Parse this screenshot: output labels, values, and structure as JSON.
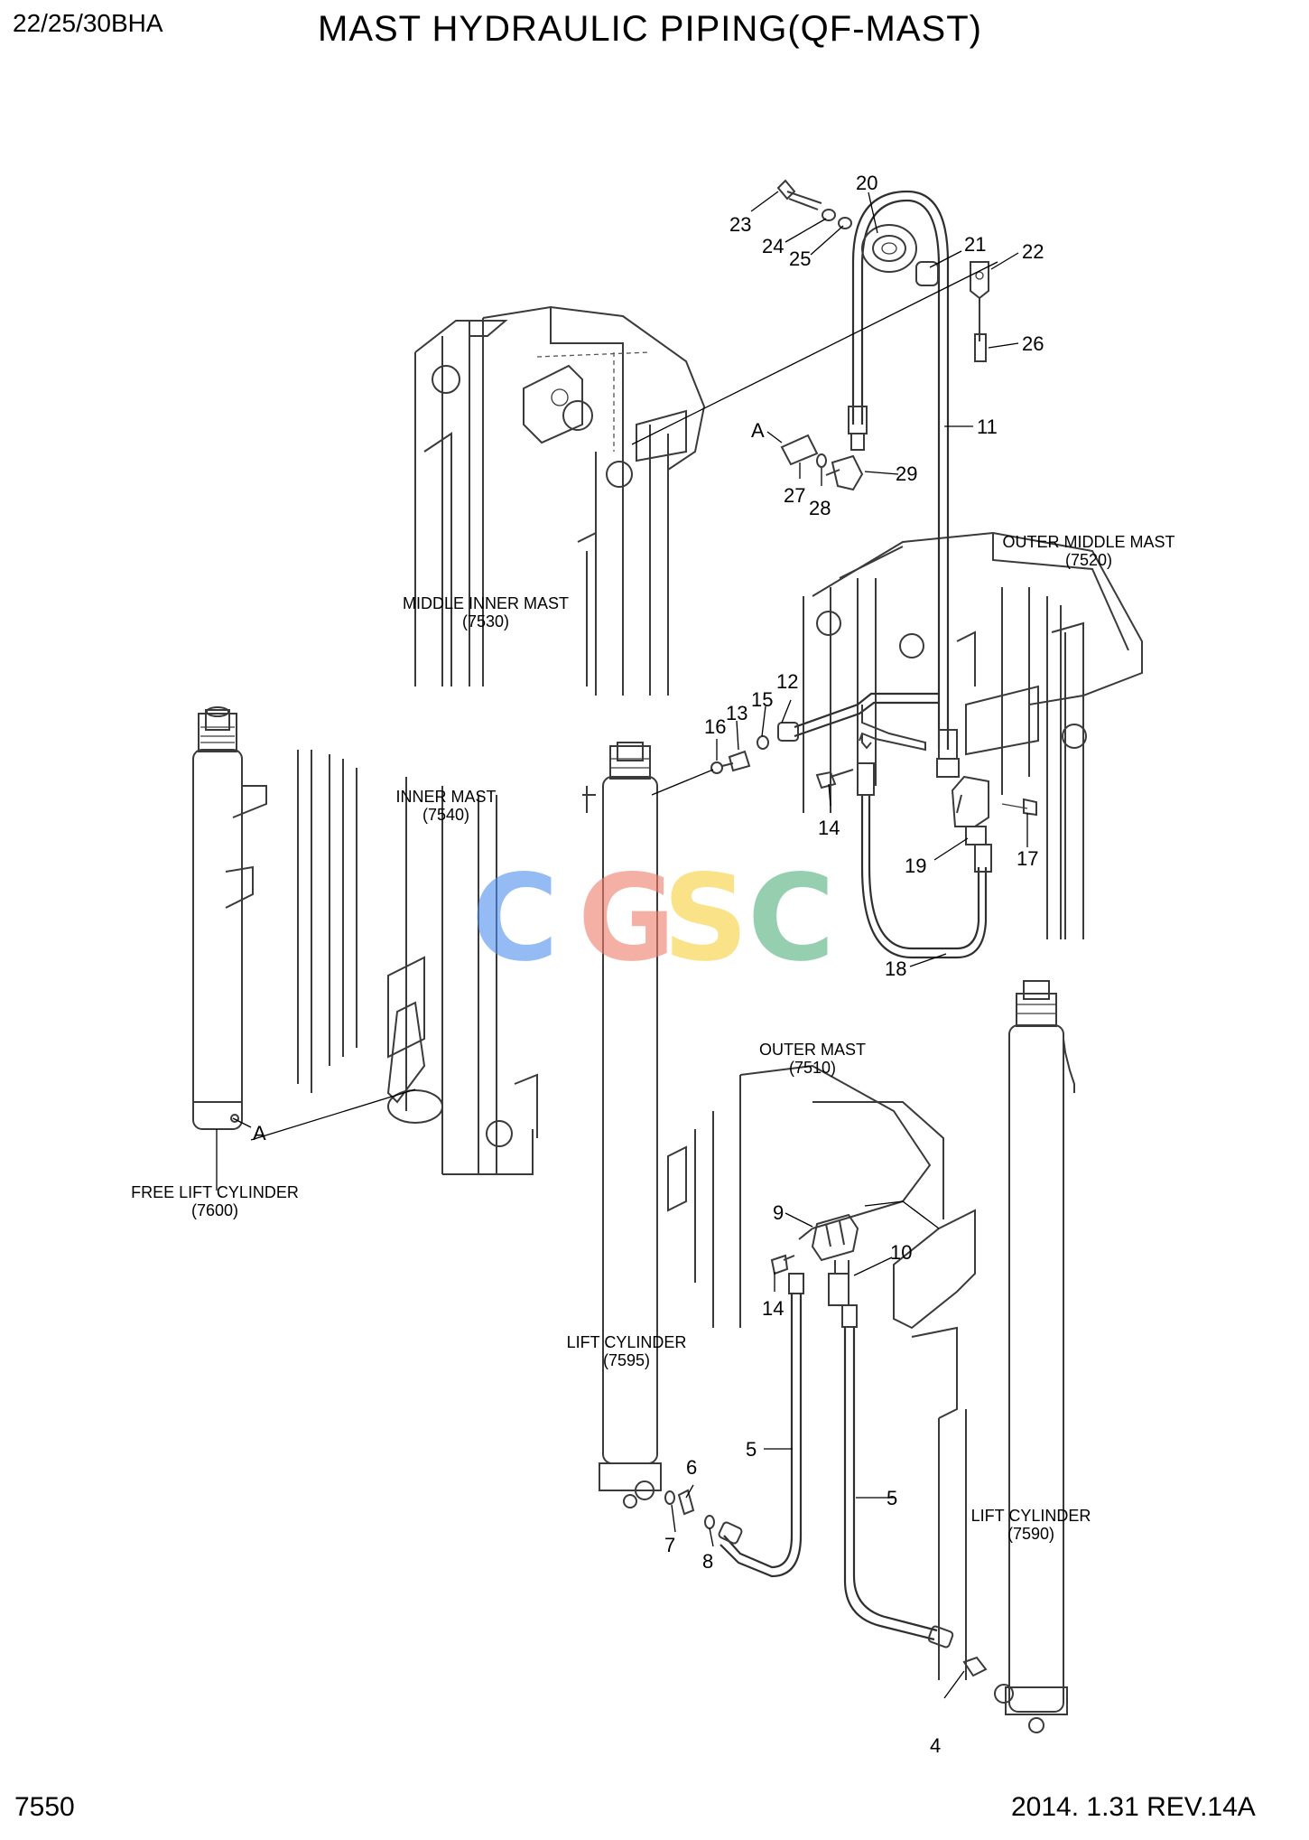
{
  "header": {
    "model": "22/25/30BHA",
    "title": "MAST HYDRAULIC PIPING(QF-MAST)"
  },
  "footer": {
    "page_number": "7550",
    "revision": "2014. 1.31  REV.14A"
  },
  "watermark": {
    "letters": [
      "C",
      "G",
      "S",
      "C"
    ],
    "colors": [
      "#4f8ef0",
      "#f07c6c",
      "#f7cf3a",
      "#4fb07d"
    ]
  },
  "assemblies": {
    "middle_inner_mast": {
      "name": "MIDDLE INNER MAST",
      "code": "(7530)"
    },
    "outer_middle_mast": {
      "name": "OUTER MIDDLE MAST",
      "code": "(7520)"
    },
    "inner_mast": {
      "name": "INNER MAST",
      "code": "(7540)"
    },
    "free_lift_cylinder": {
      "name": "FREE LIFT CYLINDER",
      "code": "(7600)"
    },
    "outer_mast": {
      "name": "OUTER MAST",
      "code": "(7510)"
    },
    "lift_cylinder_left": {
      "name": "LIFT CYLINDER",
      "code": "(7595)"
    },
    "lift_cylinder_right": {
      "name": "LIFT CYLINDER",
      "code": "(7590)"
    }
  },
  "callouts": {
    "c4": "4",
    "c5a": "5",
    "c5b": "5",
    "c6": "6",
    "c7": "7",
    "c8": "8",
    "c9": "9",
    "c10": "10",
    "c11": "11",
    "c12": "12",
    "c13": "13",
    "c14a": "14",
    "c14b": "14",
    "c15": "15",
    "c16": "16",
    "c17": "17",
    "c18": "18",
    "c19": "19",
    "c20": "20",
    "c21": "21",
    "c22": "22",
    "c23": "23",
    "c24": "24",
    "c25": "25",
    "c26": "26",
    "c27": "27",
    "c28": "28",
    "c29": "29"
  },
  "reference_marks": {
    "ref_a_top": "A",
    "ref_a_bottom": "A"
  }
}
